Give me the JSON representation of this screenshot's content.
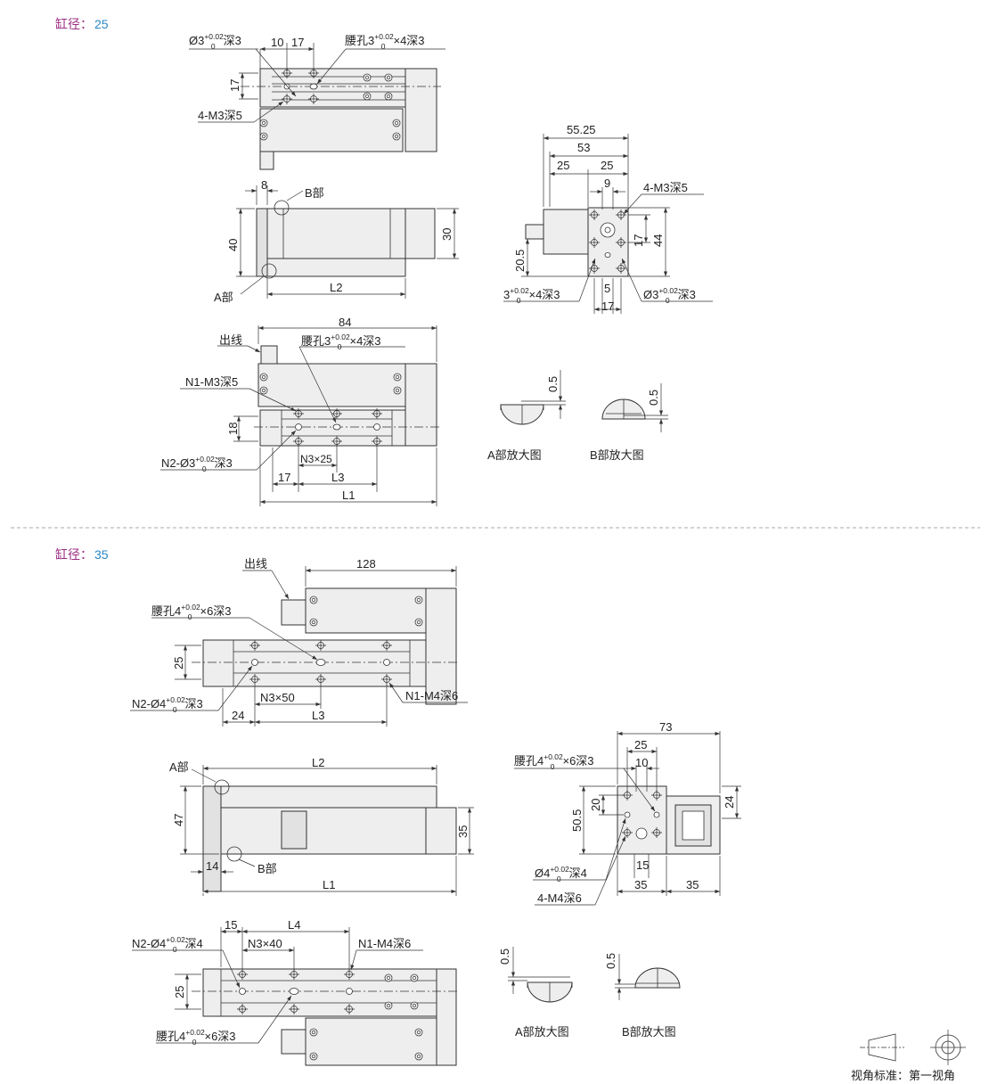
{
  "sections": [
    {
      "bore_label": "缸径：",
      "bore_value": "25",
      "top_view": {
        "pin_hole": {
          "pre": "Ø3",
          "tol_up": "+0.02",
          "tol_lo": "0",
          "post": "深3"
        },
        "dim_10": "10",
        "dim_17": "17",
        "slot_hole": {
          "pre": "腰孔3",
          "tol_up": "+0.02",
          "tol_lo": "0",
          "post": "×4深3"
        },
        "dim_17_v": "17",
        "tap": "4-M3深5"
      },
      "side_view": {
        "dim_8": "8",
        "b_part": "B部",
        "dim_40": "40",
        "dim_30": "30",
        "a_part": "A部",
        "l2": "L2"
      },
      "end_view": {
        "dim_55_25": "55.25",
        "dim_53": "53",
        "dim_25a": "25",
        "dim_25b": "25",
        "dim_9": "9",
        "tap": "4-M3深5",
        "dim_17_v": "17",
        "dim_44": "44",
        "dim_20_5": "20.5",
        "slot_hole": {
          "pre": "3",
          "tol_up": "+0.02",
          "tol_lo": "0",
          "post": "×4深3"
        },
        "dim_5": "5",
        "dim_17": "17",
        "pin_hole": {
          "pre": "Ø3",
          "tol_up": "+0.02",
          "tol_lo": "0",
          "post": "深3"
        }
      },
      "bottom_view": {
        "dim_84": "84",
        "cable_out": "出线",
        "slot_hole": {
          "pre": "腰孔3",
          "tol_up": "+0.02",
          "tol_lo": "0",
          "post": "×4深3"
        },
        "tap": "N1-M3深5",
        "dim_18": "18",
        "pin_hole": {
          "pre": "N2-Ø3",
          "tol_up": "+0.02",
          "tol_lo": "0",
          "post": "深3"
        },
        "pitch": "N3×25",
        "dim_17": "17",
        "l3": "L3",
        "l1": "L1"
      },
      "details": {
        "a_caption": "A部放大图",
        "b_caption": "B部放大图",
        "a_dim": "0.5",
        "b_dim": "0.5"
      }
    },
    {
      "bore_label": "缸径：",
      "bore_value": "35",
      "top_view": {
        "cable_out": "出线",
        "dim_128": "128",
        "slot_hole": {
          "pre": "腰孔4",
          "tol_up": "+0.02",
          "tol_lo": "0",
          "post": "×6深3"
        },
        "dim_25": "25",
        "pin_hole": {
          "pre": "N2-Ø4",
          "tol_up": "+0.02",
          "tol_lo": "0",
          "post": "深3"
        },
        "dim_24": "24",
        "pitch": "N3×50",
        "l3": "L3",
        "tap": "N1-M4深6"
      },
      "side_view": {
        "a_part": "A部",
        "l2": "L2",
        "dim_47": "47",
        "dim_35": "35",
        "dim_14": "14",
        "b_part": "B部",
        "l1": "L1"
      },
      "end_view": {
        "dim_73": "73",
        "dim_25": "25",
        "dim_10": "10",
        "slot_hole": {
          "pre": "腰孔4",
          "tol_up": "+0.02",
          "tol_lo": "0",
          "post": "×6深3"
        },
        "dim_24": "24",
        "dim_50_5": "50.5",
        "dim_20": "20",
        "dim_15": "15",
        "pin_hole": {
          "pre": "Ø4",
          "tol_up": "+0.02",
          "tol_lo": "0",
          "post": "深4"
        },
        "dim_35a": "35",
        "dim_35b": "35",
        "tap": "4-M4深6"
      },
      "bottom_view": {
        "pin_hole": {
          "pre": "N2-Ø4",
          "tol_up": "+0.02",
          "tol_lo": "0",
          "post": "深4"
        },
        "dim_15": "15",
        "l4": "L4",
        "pitch": "N3×40",
        "tap": "N1-M4深6",
        "dim_25": "25",
        "slot_hole": {
          "pre": "腰孔4",
          "tol_up": "+0.02",
          "tol_lo": "0",
          "post": "×6深3"
        }
      },
      "details": {
        "a_caption": "A部放大图",
        "b_caption": "B部放大图",
        "a_dim": "0.5",
        "b_dim": "0.5"
      }
    }
  ],
  "view_standard": "视角标准：第一视角",
  "colors": {
    "bore_label": "#9b2d83",
    "bore_value": "#2b86c5",
    "body_fill": "#eeeeee",
    "line": "#333333"
  }
}
